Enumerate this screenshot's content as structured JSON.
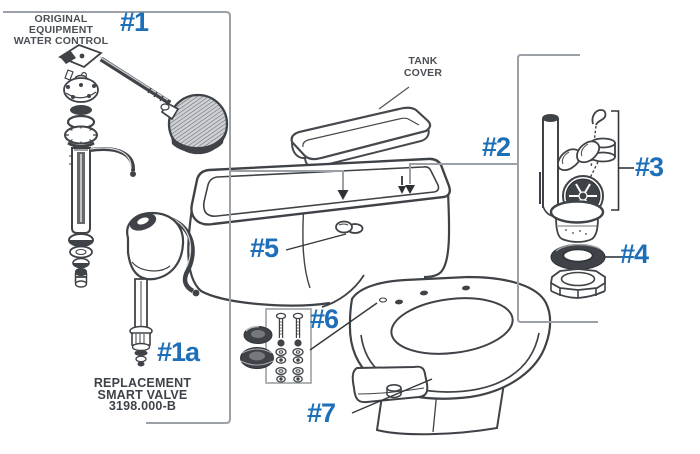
{
  "palette": {
    "label_blue": "#1d6fb8",
    "line_dark": "#3f4347",
    "border_gray": "#9aa1a6",
    "text_dark": "#4b5056"
  },
  "annotations": {
    "original_equipment_line1": "ORIGINAL EQUIPMENT",
    "original_equipment_line2": "WATER CONTROL",
    "tank_cover_line1": "TANK",
    "tank_cover_line2": "COVER",
    "replacement_line1": "REPLACEMENT",
    "replacement_line2": "SMART VALVE",
    "replacement_line3": "3198.000-B"
  },
  "callouts": {
    "c1": "#1",
    "c1a": "#1a",
    "c2": "#2",
    "c3": "#3",
    "c4": "#4",
    "c5": "#5",
    "c6": "#6",
    "c7": "#7"
  }
}
